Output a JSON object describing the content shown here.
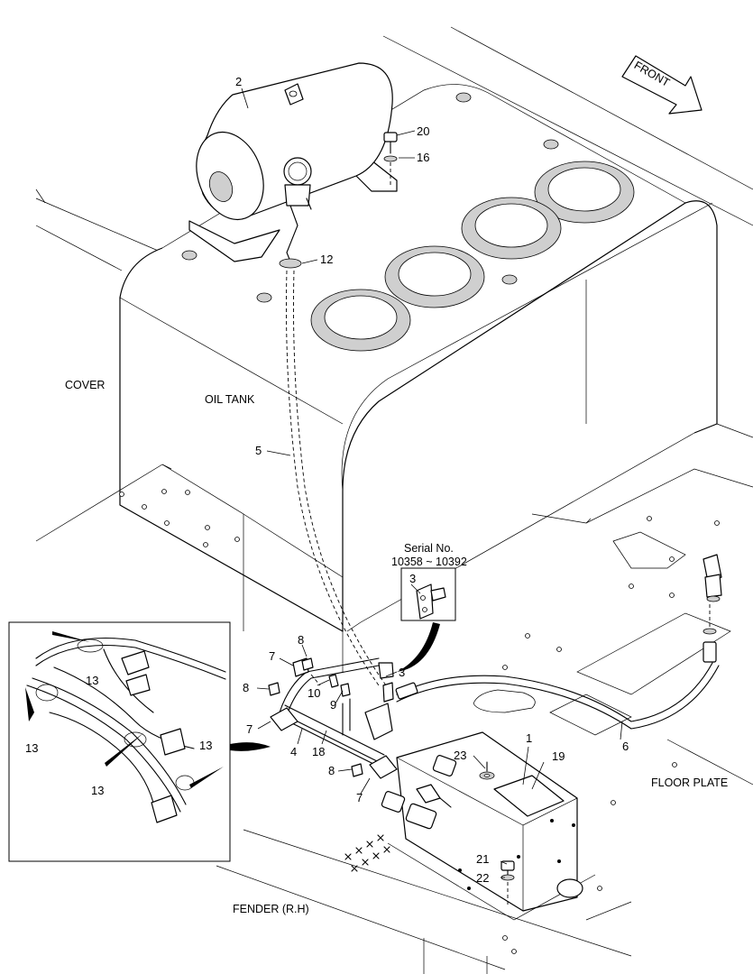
{
  "labels": {
    "cover": "COVER",
    "oil_tank": "OIL TANK",
    "floor_plate": "FLOOR PLATE",
    "fender": "FENDER (R.H)",
    "front": "FRONT",
    "serial_title": "Serial No.",
    "serial_range": "10358 ~ 10392"
  },
  "callouts": {
    "c1": "1",
    "c2": "2",
    "c3a": "3",
    "c3b": "3",
    "c4": "4",
    "c5": "5",
    "c6": "6",
    "c7a": "7",
    "c7b": "7",
    "c7c": "7",
    "c8a": "8",
    "c8b": "8",
    "c8c": "8",
    "c9": "9",
    "c10": "10",
    "c12": "12",
    "c13a": "13",
    "c13b": "13",
    "c13c": "13",
    "c13d": "13",
    "c16": "16",
    "c18": "18",
    "c19": "19",
    "c20": "20",
    "c21": "21",
    "c22": "22",
    "c23": "23"
  },
  "colors": {
    "line": "#000000",
    "background": "#ffffff",
    "shade": "#cfcfcf"
  }
}
